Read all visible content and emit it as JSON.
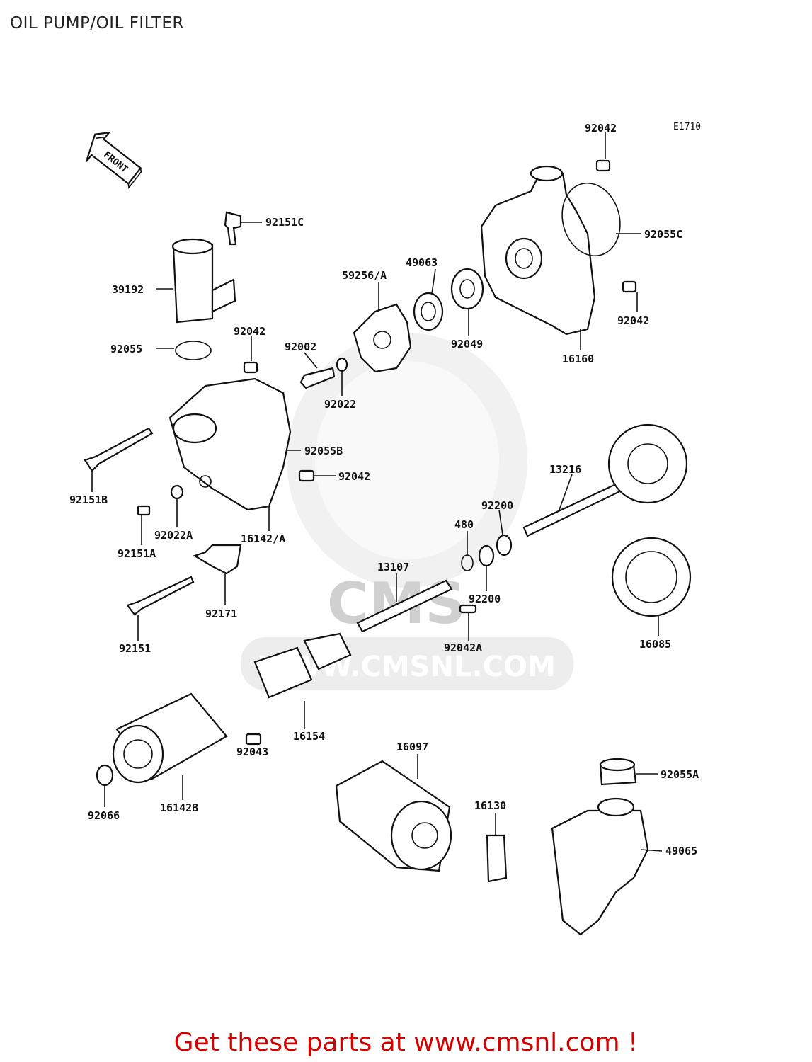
{
  "page": {
    "title": "OIL PUMP/OIL FILTER",
    "diagram_code": "E1710",
    "front_arrow": "FRONT",
    "watermark_url": "WWW.CMSNL.COM",
    "watermark_logo": "CMS",
    "footer_text": "Get these parts at www.cmsnl.com !"
  },
  "callouts": [
    {
      "id": "c01",
      "text": "92042"
    },
    {
      "id": "c02",
      "text": "92055C"
    },
    {
      "id": "c03",
      "text": "92042"
    },
    {
      "id": "c04",
      "text": "16160"
    },
    {
      "id": "c05",
      "text": "92151C"
    },
    {
      "id": "c06",
      "text": "39192"
    },
    {
      "id": "c07",
      "text": "49063"
    },
    {
      "id": "c08",
      "text": "59256/A"
    },
    {
      "id": "c09",
      "text": "92049"
    },
    {
      "id": "c10",
      "text": "92055"
    },
    {
      "id": "c11",
      "text": "92042"
    },
    {
      "id": "c12",
      "text": "92002"
    },
    {
      "id": "c13",
      "text": "92022"
    },
    {
      "id": "c14",
      "text": "92055B"
    },
    {
      "id": "c15",
      "text": "13216"
    },
    {
      "id": "c16",
      "text": "92042"
    },
    {
      "id": "c17",
      "text": "92151B"
    },
    {
      "id": "c18",
      "text": "92022A"
    },
    {
      "id": "c19",
      "text": "92151A"
    },
    {
      "id": "c20",
      "text": "16142/A"
    },
    {
      "id": "c21",
      "text": "92200"
    },
    {
      "id": "c22",
      "text": "480"
    },
    {
      "id": "c23",
      "text": "13107"
    },
    {
      "id": "c24",
      "text": "92200"
    },
    {
      "id": "c25",
      "text": "92171"
    },
    {
      "id": "c26",
      "text": "92042A"
    },
    {
      "id": "c27",
      "text": "16085"
    },
    {
      "id": "c28",
      "text": "92151"
    },
    {
      "id": "c29",
      "text": "16154"
    },
    {
      "id": "c30",
      "text": "92043"
    },
    {
      "id": "c31",
      "text": "16097"
    },
    {
      "id": "c32",
      "text": "92055A"
    },
    {
      "id": "c33",
      "text": "16130"
    },
    {
      "id": "c34",
      "text": "92066"
    },
    {
      "id": "c35",
      "text": "16142B"
    },
    {
      "id": "c36",
      "text": "49065"
    }
  ]
}
